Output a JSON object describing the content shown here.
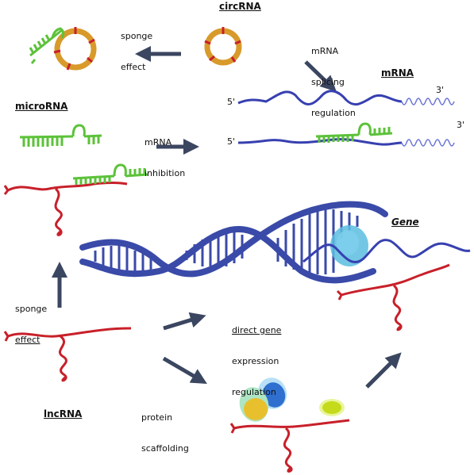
{
  "labels": {
    "circrna": "circRNA",
    "mrna": "mRNA",
    "microrna": "microRNA",
    "gene": "Gene",
    "lncrna": "lncRNA",
    "sponge_effect_top": [
      "sponge",
      "effect"
    ],
    "mrna_splicing": [
      "mRNA",
      "splicing",
      "regulation"
    ],
    "mrna_inhibition": [
      "mRNA",
      "inhibition"
    ],
    "sponge_effect_left": [
      "sponge",
      "effect"
    ],
    "direct_gene": [
      "direct gene",
      "expression",
      "regulation"
    ],
    "protein_scaffolding": [
      "protein",
      "scaffolding"
    ],
    "five_prime_top": "5'",
    "three_prime_top": "3'",
    "five_prime_bottom": "5'",
    "three_prime_bottom": "3'"
  },
  "colors": {
    "dna_blue": "#3a4aa8",
    "mrna_blue": "#3740b0",
    "polya_blue": "#6b75d6",
    "lnc_red": "#c8202a",
    "mirna_green": "#5cc23a",
    "circ_orange": "#d89a2a",
    "arrow": "#3b4660",
    "nucleosome": "#5bbde0"
  }
}
